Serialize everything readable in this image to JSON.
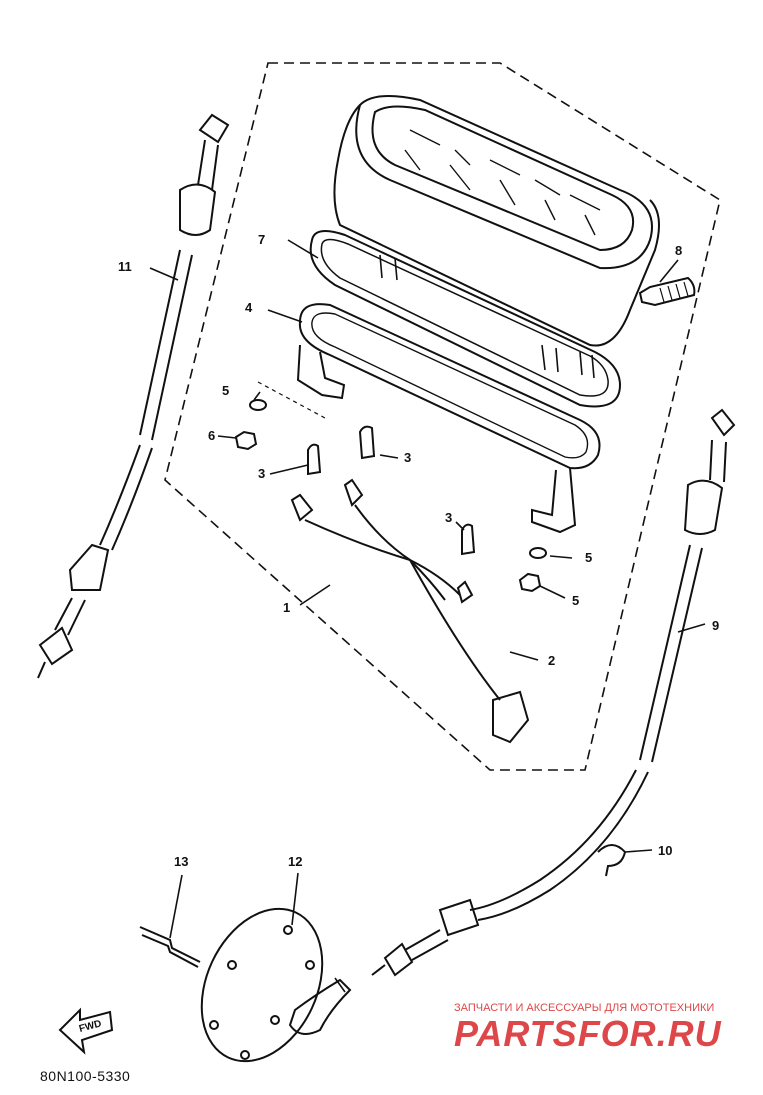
{
  "diagram": {
    "figure_code": "80N100-5330",
    "fwd_arrow_label": "FWD",
    "part_labels": {
      "p1": "1",
      "p2": "2",
      "p3a": "3",
      "p3b": "3",
      "p3c": "3",
      "p4": "4",
      "p5a": "5",
      "p5b": "5",
      "p5c": "5",
      "p6": "6",
      "p7": "7",
      "p8": "8",
      "p9": "9",
      "p10": "10",
      "p11": "11",
      "p12": "12",
      "p13": "13"
    }
  },
  "watermark": {
    "tagline": "ЗАПЧАСТИ И АКСЕССУАРЫ ДЛЯ МОТОТЕХНИКИ",
    "brand": "PARTSFOR.RU",
    "color": "#d8282a"
  }
}
